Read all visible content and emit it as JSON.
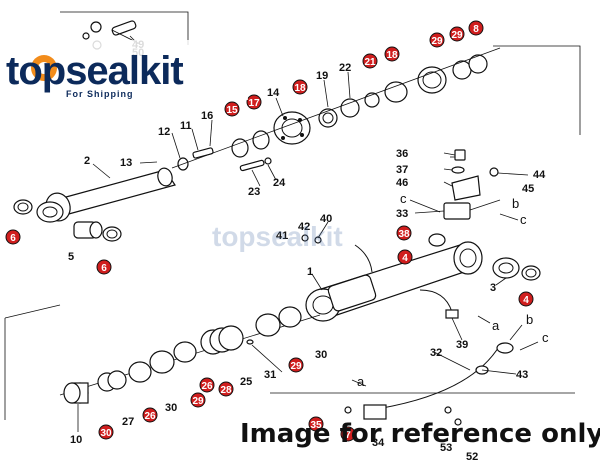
{
  "logo": {
    "brand": "topsealkit",
    "tagline": "For Shipping"
  },
  "watermark": {
    "brand": "topsealkit"
  },
  "caption": "Image for reference only",
  "colors": {
    "highlight": "#d01e1e",
    "ink": "#111111",
    "brand": "#0c2a5b"
  },
  "labels": {
    "l49": "49",
    "l50": "50",
    "l12": "12",
    "l11": "11",
    "l16": "16",
    "l14": "14",
    "l19": "19",
    "l22": "22",
    "l2": "2",
    "l13": "13",
    "l23": "23",
    "l24": "24",
    "l36": "36",
    "l37": "37",
    "l46": "46",
    "l44": "44",
    "l45": "45",
    "l33": "33",
    "l40": "40",
    "l41": "41",
    "l42": "42",
    "l1": "1",
    "l5": "5",
    "l3": "3",
    "l39": "39",
    "l30a": "30",
    "l31": "31",
    "l25": "25",
    "l32": "32",
    "l43": "43",
    "l30b": "30",
    "l27": "27",
    "l10": "10",
    "l34": "34",
    "l53": "53",
    "l52": "52"
  },
  "highlighted_labels": {
    "h6a": "6",
    "h6b": "6",
    "h4a": "4",
    "h4b": "4",
    "h38": "38",
    "h15": "15",
    "h17": "17",
    "h18": "18",
    "h21": "21",
    "h18b": "18",
    "h29": "29",
    "h29b": "29",
    "h8": "8",
    "h28": "28",
    "h26": "26",
    "h26b": "26",
    "h29c": "29",
    "h29d": "29",
    "h35": "35",
    "h30": "30",
    "h7": "7"
  },
  "letters": {
    "c1": "c",
    "b1": "b",
    "c2": "c",
    "a1": "a",
    "b2": "b",
    "c3": "c",
    "a2": "a"
  }
}
